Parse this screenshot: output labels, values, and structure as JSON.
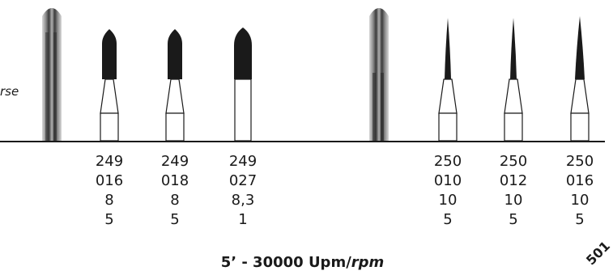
{
  "side_label": "rse",
  "columns": [
    {
      "lines": [
        "249",
        "016",
        "8",
        "5"
      ]
    },
    {
      "lines": [
        "249",
        "018",
        "8",
        "5"
      ]
    },
    {
      "lines": [
        "249",
        "027",
        "8,3",
        "1"
      ]
    },
    {
      "lines": [
        "250",
        "010",
        "10",
        "5"
      ]
    },
    {
      "lines": [
        "250",
        "012",
        "10",
        "5"
      ]
    },
    {
      "lines": [
        "250",
        "016",
        "10",
        "5"
      ]
    }
  ],
  "footer": {
    "prefix": "5’ - 30000 Upm/",
    "italic": "rpm"
  },
  "corner_mark": "501"
}
